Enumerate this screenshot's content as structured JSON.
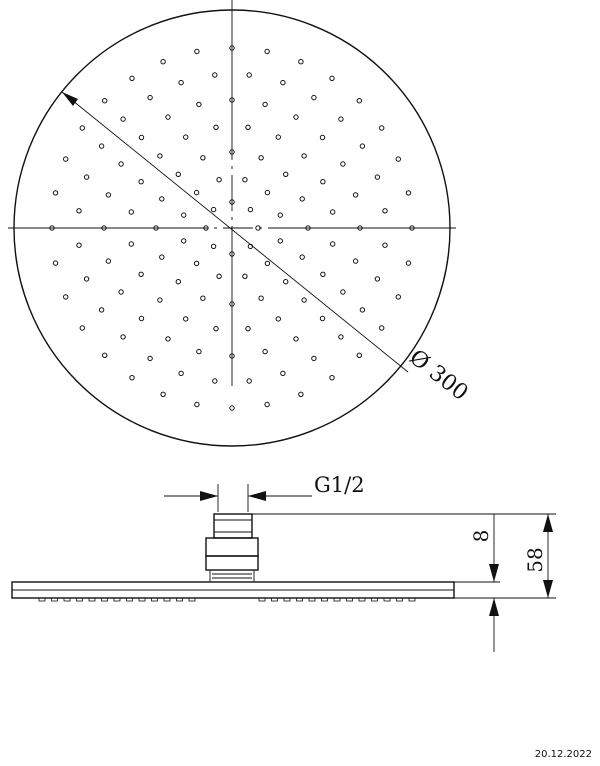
{
  "drawing": {
    "top_view": {
      "diameter_label": "Ø 300"
    },
    "side_view": {
      "thread_label": "G1/2",
      "dim_small": "8",
      "dim_total": "58"
    }
  },
  "footer": {
    "date": "20.12.2022"
  },
  "colors": {
    "line": "#111111",
    "background": "#ffffff"
  }
}
